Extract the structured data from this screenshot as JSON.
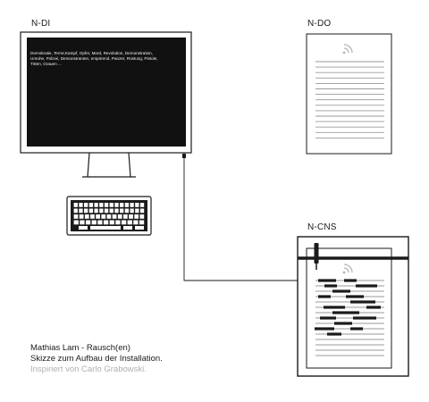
{
  "labels": {
    "n_di": "N-DI",
    "n_do": "N-DO",
    "n_cns": "N-CNS"
  },
  "screen_text": "Demokratie, Terror,Kampf, Opfer, Mord, Revolution, Demonstration, Unruhe, Polizei, Demonstranten, empörend, Panzer, Rüstung, Pistole, Töten, Grauen ...",
  "caption": {
    "line1": "Mathias Lam - Rausch(en)",
    "line2": "Skizze zum Aufbau der Installation.",
    "line3": "Inspiriert von Carlo Grabowski."
  },
  "icons": [
    "monitor-icon",
    "keyboard-icon",
    "document-icon",
    "wifi-icon",
    "printer-icon",
    "pen-icon"
  ],
  "colors": {
    "ink": "#1a1a1a",
    "muted": "#b0b0b0",
    "paper_lines": "#9a9a9a"
  }
}
